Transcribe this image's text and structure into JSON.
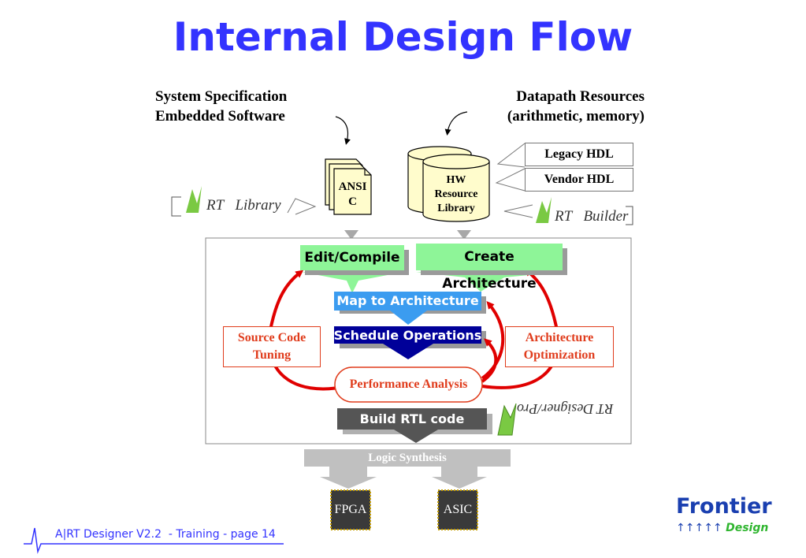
{
  "title": "Internal Design Flow",
  "inputs": {
    "spec_line1": "System Specification",
    "spec_line2": "Embedded Software",
    "datapath_line1": "Datapath Resources",
    "datapath_line2": "(arithmetic, memory)"
  },
  "ansi_c": {
    "line1": "ANSI",
    "line2": "C"
  },
  "hw_library": {
    "line1": "HW",
    "line2": "Resource",
    "line3": "Library"
  },
  "hdl_sources": [
    "Legacy HDL",
    "Vendor HDL"
  ],
  "art_library": {
    "brand": "RT",
    "text": "Library"
  },
  "art_builder": {
    "brand": "RT",
    "text": "Builder"
  },
  "art_designer_pro": "RT Designer/Pro",
  "steps": {
    "edit_compile": "Edit/Compile",
    "create_architecture": "Create Architecture",
    "map_to_architecture": "Map to Architecture",
    "schedule_operations": "Schedule Operations",
    "performance_analysis": "Performance Analysis",
    "build_rtl": "Build RTL code",
    "logic_synthesis": "Logic Synthesis"
  },
  "feedback": {
    "source_code_line1": "Source Code",
    "source_code_line2": "Tuning",
    "arch_opt_line1": "Architecture",
    "arch_opt_line2": "Optimization"
  },
  "targets": [
    "FPGA",
    "ASIC"
  ],
  "footer": "A|RT Designer V2.2  - Training - page 14",
  "brand": {
    "name": "Frontier",
    "sub": "Design"
  },
  "colors": {
    "title": "#3333ff",
    "green": "#8ef598",
    "map_blue": "#3b9cf0",
    "schedule_navy": "#000099",
    "red": "#e00000",
    "rtl_gray": "#555555"
  }
}
